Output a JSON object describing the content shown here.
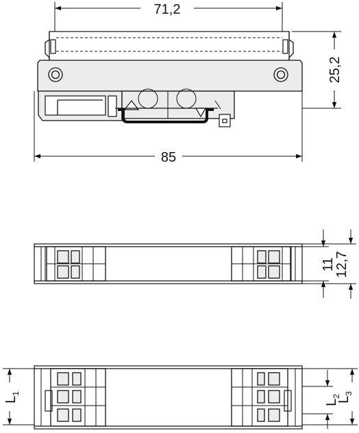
{
  "dimensions": {
    "top_width": "71,2",
    "overall_width": "85",
    "height": "25,2",
    "inner_width": "11",
    "outer_width": "12,7"
  },
  "lengths": {
    "l1": {
      "letter": "L",
      "sub": "1"
    },
    "l2": {
      "letter": "L",
      "sub": "2"
    },
    "l3": {
      "letter": "L",
      "sub": "3"
    }
  }
}
